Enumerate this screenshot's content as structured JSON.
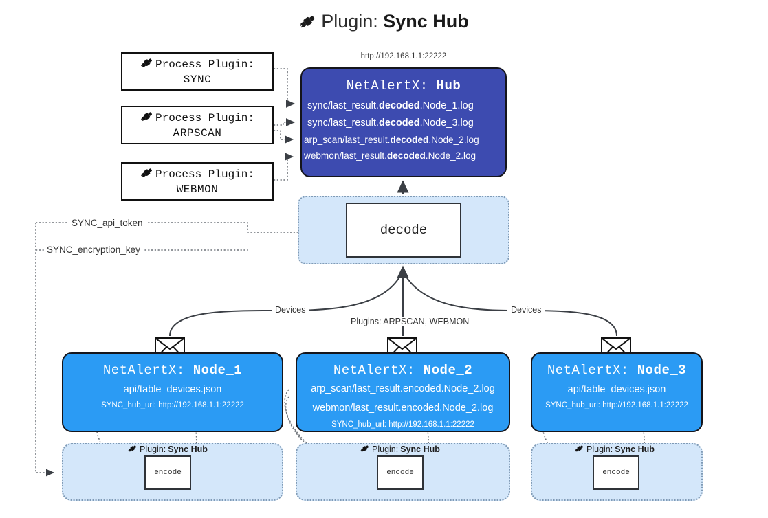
{
  "title": {
    "icon": "plug-icon",
    "prefix": "Plugin:",
    "name": "Sync Hub"
  },
  "process_plugins": [
    {
      "icon": "plug-icon",
      "line1": "Process Plugin:",
      "line2": "SYNC"
    },
    {
      "icon": "plug-icon",
      "line1": "Process Plugin:",
      "line2": "ARPSCAN"
    },
    {
      "icon": "plug-icon",
      "line1": "Process Plugin:",
      "line2": "WEBMON"
    }
  ],
  "hub": {
    "url": "http://192.168.1.1:22222",
    "title_prefix": "NetAlertX:",
    "title_name": "Hub",
    "logs": [
      {
        "pre": "sync/last_result.",
        "mid": "decoded",
        "post": ".Node_1.log"
      },
      {
        "pre": "sync/last_result.",
        "mid": "decoded",
        "post": ".Node_3.log"
      },
      {
        "pre": "arp_scan/last_result.",
        "mid": "decoded",
        "post": ".Node_2.log"
      },
      {
        "pre": "webmon/last_result.",
        "mid": "decoded",
        "post": ".Node_2.log"
      }
    ]
  },
  "decode": {
    "label": "decode"
  },
  "keys": {
    "api_token": "SYNC_api_token",
    "encryption_key": "SYNC_encryption_key"
  },
  "edge_labels": {
    "devices_left": "Devices",
    "devices_right": "Devices",
    "plugins": "Plugins: ARPSCAN, WEBMON"
  },
  "nodes": [
    {
      "title_prefix": "NetAlertX:",
      "title_name": "Node_1",
      "lines": [
        "api/table_devices.json"
      ],
      "url_label": "SYNC_hub_url:",
      "url": "http://192.168.1.1:22222",
      "envelope": "envelope-icon"
    },
    {
      "title_prefix": "NetAlertX:",
      "title_name": "Node_2",
      "lines": [
        "arp_scan/last_result.encoded.Node_2.log",
        "webmon/last_result.encoded.Node_2.log"
      ],
      "url_label": "SYNC_hub_url:",
      "url": "http://192.168.1.1:22222",
      "envelope": "envelope-icon"
    },
    {
      "title_prefix": "NetAlertX:",
      "title_name": "Node_3",
      "lines": [
        "api/table_devices.json"
      ],
      "url_label": "SYNC_hub_url:",
      "url": "http://192.168.1.1:22222",
      "envelope": "envelope-icon"
    }
  ],
  "encode_groups": [
    {
      "icon": "plug-icon",
      "label_prefix": "Plugin:",
      "label_name": "Sync Hub",
      "box": "encode"
    },
    {
      "icon": "plug-icon",
      "label_prefix": "Plugin:",
      "label_name": "Sync Hub",
      "box": "encode"
    },
    {
      "icon": "plug-icon",
      "label_prefix": "Plugin:",
      "label_name": "Sync Hub",
      "box": "encode"
    }
  ],
  "colors": {
    "hub": "#3d4bb0",
    "node": "#2b9bf4",
    "group": "#d4e7fa",
    "group_border": "#7f9ab5",
    "stroke": "#3b3f45"
  }
}
